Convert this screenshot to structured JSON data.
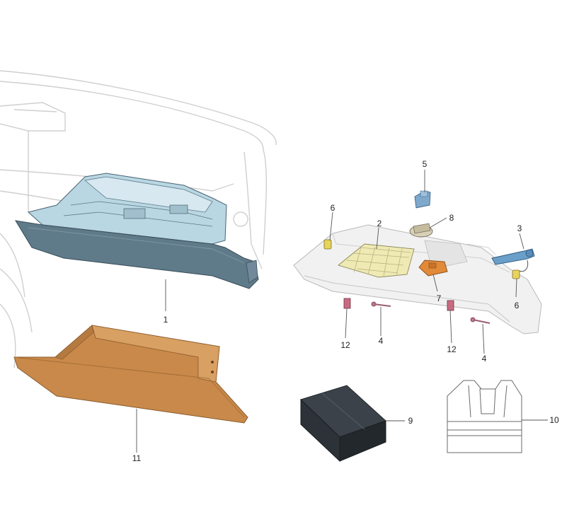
{
  "diagram": {
    "callouts": {
      "c1": "1",
      "c2": "2",
      "c3": "3",
      "c4a": "4",
      "c4b": "4",
      "c5": "5",
      "c6a": "6",
      "c6b": "6",
      "c7": "7",
      "c8": "8",
      "c9": "9",
      "c10": "10",
      "c11": "11",
      "c12a": "12",
      "c12b": "12"
    }
  },
  "colors": {
    "dashboard_line": "#c8c8c8",
    "housing_blue": "#5f7a89",
    "housing_light": "#b9d6e3",
    "glovebox_brown": "#c8894a",
    "part_blue": "#6a9fc9",
    "storage_box": "#3b4249",
    "leader": "#555555"
  }
}
